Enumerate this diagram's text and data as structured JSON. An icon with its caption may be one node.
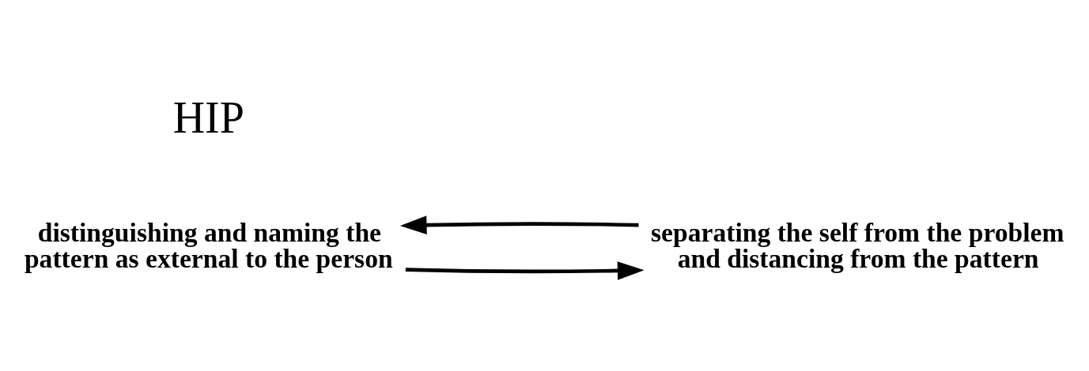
{
  "diagram": {
    "nodes": [
      {
        "text": [
          "distinguishing and naming the pattern as external to the person"
        ]
      },
      {
        "text": [
          "separating the self from the problem and distancing from the pattern"
        ]
      }
    ],
    "edges": [
      {
        "from": 0,
        "to": 1,
        "arrow": "to"
      },
      {
        "from": 1,
        "to": 0,
        "arrow": "to"
      }
    ],
    "labels": [
      "HIP"
    ]
  }
}
